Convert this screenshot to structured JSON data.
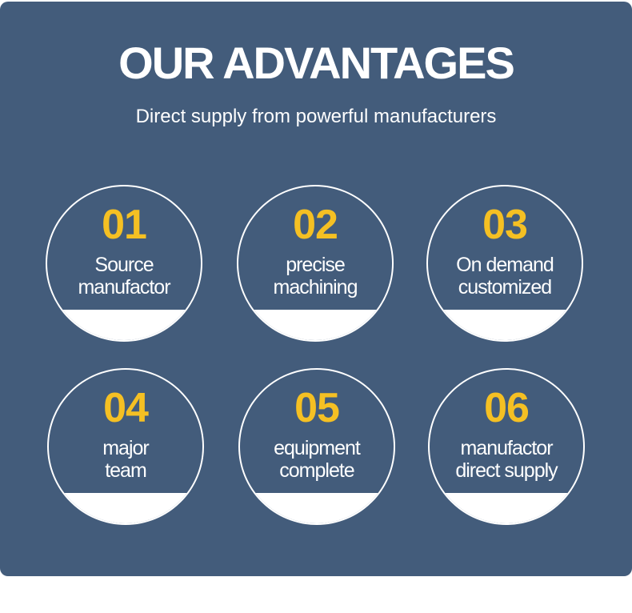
{
  "header": {
    "title": "OUR ADVANTAGES",
    "subtitle": "Direct supply from powerful manufacturers"
  },
  "colors": {
    "panel_background": "#435c7b",
    "number_accent": "#f5c023",
    "text": "#ffffff"
  },
  "advantages": [
    {
      "number": "01",
      "line1": "Source",
      "line2": "manufactor"
    },
    {
      "number": "02",
      "line1": "precise",
      "line2": "machining"
    },
    {
      "number": "03",
      "line1": "On demand",
      "line2": "customized"
    },
    {
      "number": "04",
      "line1": "major",
      "line2": "team"
    },
    {
      "number": "05",
      "line1": "equipment",
      "line2": "complete"
    },
    {
      "number": "06",
      "line1": "manufactor",
      "line2": "direct supply"
    }
  ]
}
